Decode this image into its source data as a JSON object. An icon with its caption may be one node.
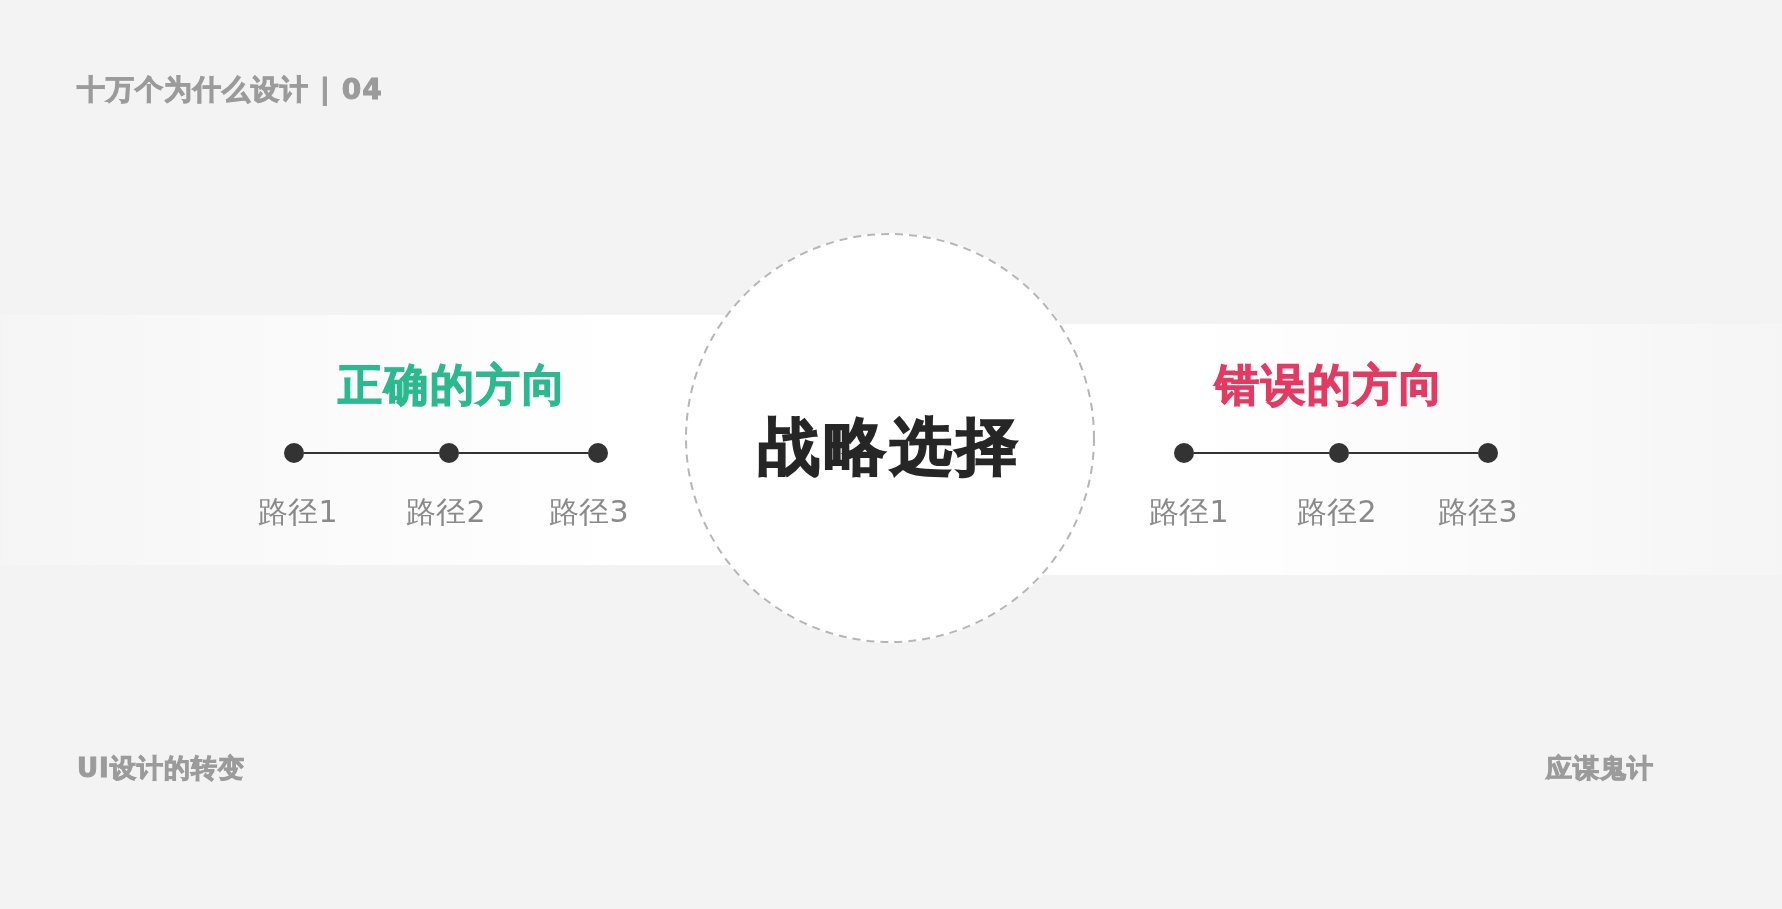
{
  "diagram": {
    "title": "十万个为什么设计 | 04",
    "nodes": [
      {
        "text": [
          "正确的方向"
        ]
      },
      {
        "text": [],
        "shape": "circle",
        "in": 0,
        "beside": [
          "路径1"
        ]
      },
      {
        "text": [],
        "shape": "circle",
        "in": 0,
        "beside": [
          "路径2"
        ]
      },
      {
        "text": [],
        "shape": "circle",
        "in": 0,
        "beside": [
          "路径3"
        ]
      },
      {
        "text": [
          "战略选择"
        ]
      },
      {
        "text": [
          "错误的方向"
        ]
      },
      {
        "text": [],
        "shape": "circle",
        "in": 5,
        "beside": [
          "路径1"
        ]
      },
      {
        "text": [],
        "shape": "circle",
        "in": 5,
        "beside": [
          "路径2"
        ]
      },
      {
        "text": [],
        "shape": "circle",
        "in": 5,
        "beside": [
          "路径3"
        ]
      }
    ],
    "edges": [
      {
        "from": 1,
        "to": 2,
        "arrow": "none"
      },
      {
        "from": 2,
        "to": 3,
        "arrow": "none"
      },
      {
        "from": 6,
        "to": 7,
        "arrow": "none"
      },
      {
        "from": 7,
        "to": 8,
        "arrow": "none"
      }
    ],
    "labels": [
      "UI设计的转变",
      "应谋鬼计"
    ]
  }
}
